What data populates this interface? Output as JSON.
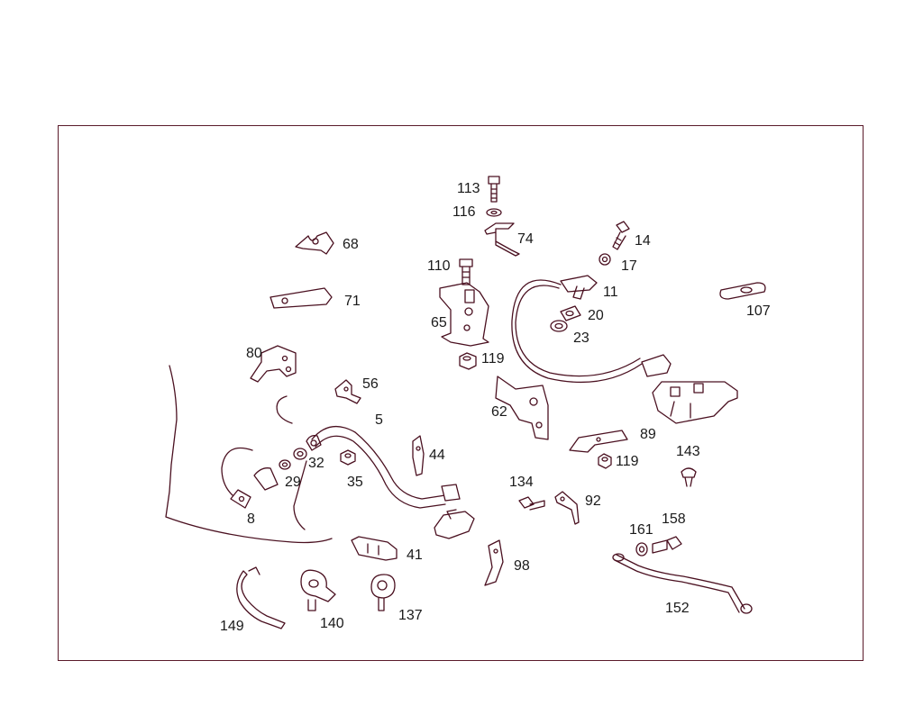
{
  "colors": {
    "frame": "#5a1a2a",
    "line": "#4a1020",
    "text": "#1a1a1a"
  },
  "labels": {
    "l113": "113",
    "l116": "116",
    "l74": "74",
    "l14": "14",
    "l17": "17",
    "l110": "110",
    "l68": "68",
    "l71": "71",
    "l11": "11",
    "l107": "107",
    "l65": "65",
    "l20": "20",
    "l23": "23",
    "l80": "80",
    "l119a": "119",
    "l56": "56",
    "l5": "5",
    "l62": "62",
    "l89": "89",
    "l143": "143",
    "l44": "44",
    "l32": "32",
    "l29": "29",
    "l35": "35",
    "l119b": "119",
    "l134": "134",
    "l92": "92",
    "l8": "8",
    "l41": "41",
    "l161": "161",
    "l158": "158",
    "l98": "98",
    "l152": "152",
    "l137": "137",
    "l149": "149",
    "l140": "140"
  }
}
